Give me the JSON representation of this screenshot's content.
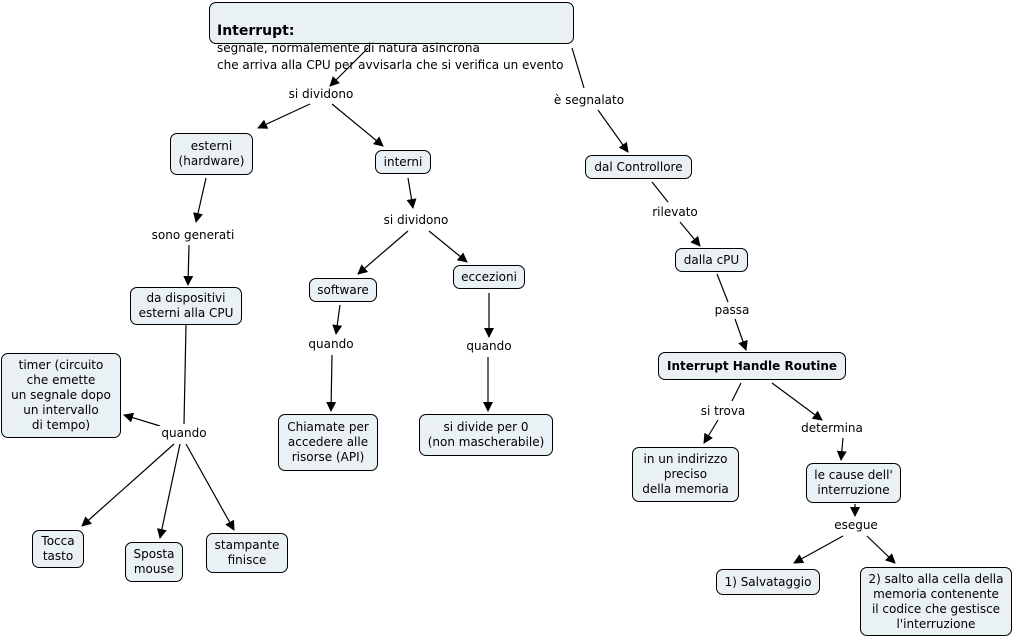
{
  "nodes": {
    "interrupt_title": "Interrupt:",
    "interrupt_desc": "segnale, normalemente di natura asincrona\nche arriva alla CPU per avvisarla che si verifica un evento",
    "esterni": "esterni\n(hardware)",
    "interni": "interni",
    "dal_controllore": "dal Controllore",
    "da_dispositivi": "da dispositivi\nesterni alla CPU",
    "software": "software",
    "eccezioni": "eccezioni",
    "dalla_cpu": "dalla cPU",
    "interrupt_handle_routine": "Interrupt Handle Routine",
    "timer": "timer (circuito\nche emette\nun segnale dopo\nun intervallo\ndi tempo)",
    "chiamate": "Chiamate per\naccedere alle\nrisorse (API)",
    "divide_zero": "si divide per 0\n(non mascherabile)",
    "indirizzo": "in un indirizzo\npreciso\ndella memoria",
    "cause": "le cause dell'\ninterruzione",
    "tocca_tasto": "Tocca\ntasto",
    "sposta_mouse": "Sposta\nmouse",
    "stampante": "stampante\nfinisce",
    "salvataggio": "1) Salvataggio",
    "salto": "2) salto alla cella della\nmemoria contenente\nil codice che gestisce\nl'interruzione"
  },
  "links": {
    "si_dividono_1": "si dividono",
    "e_segnalato": "è segnalato",
    "sono_generati": "sono generati",
    "si_dividono_2": "si dividono",
    "rilevato": "rilevato",
    "passa": "passa",
    "quando_software": "quando",
    "quando_eccezioni": "quando",
    "quando_esterni": "quando",
    "si_trova": "si trova",
    "determina": "determina",
    "esegue": "esegue"
  }
}
